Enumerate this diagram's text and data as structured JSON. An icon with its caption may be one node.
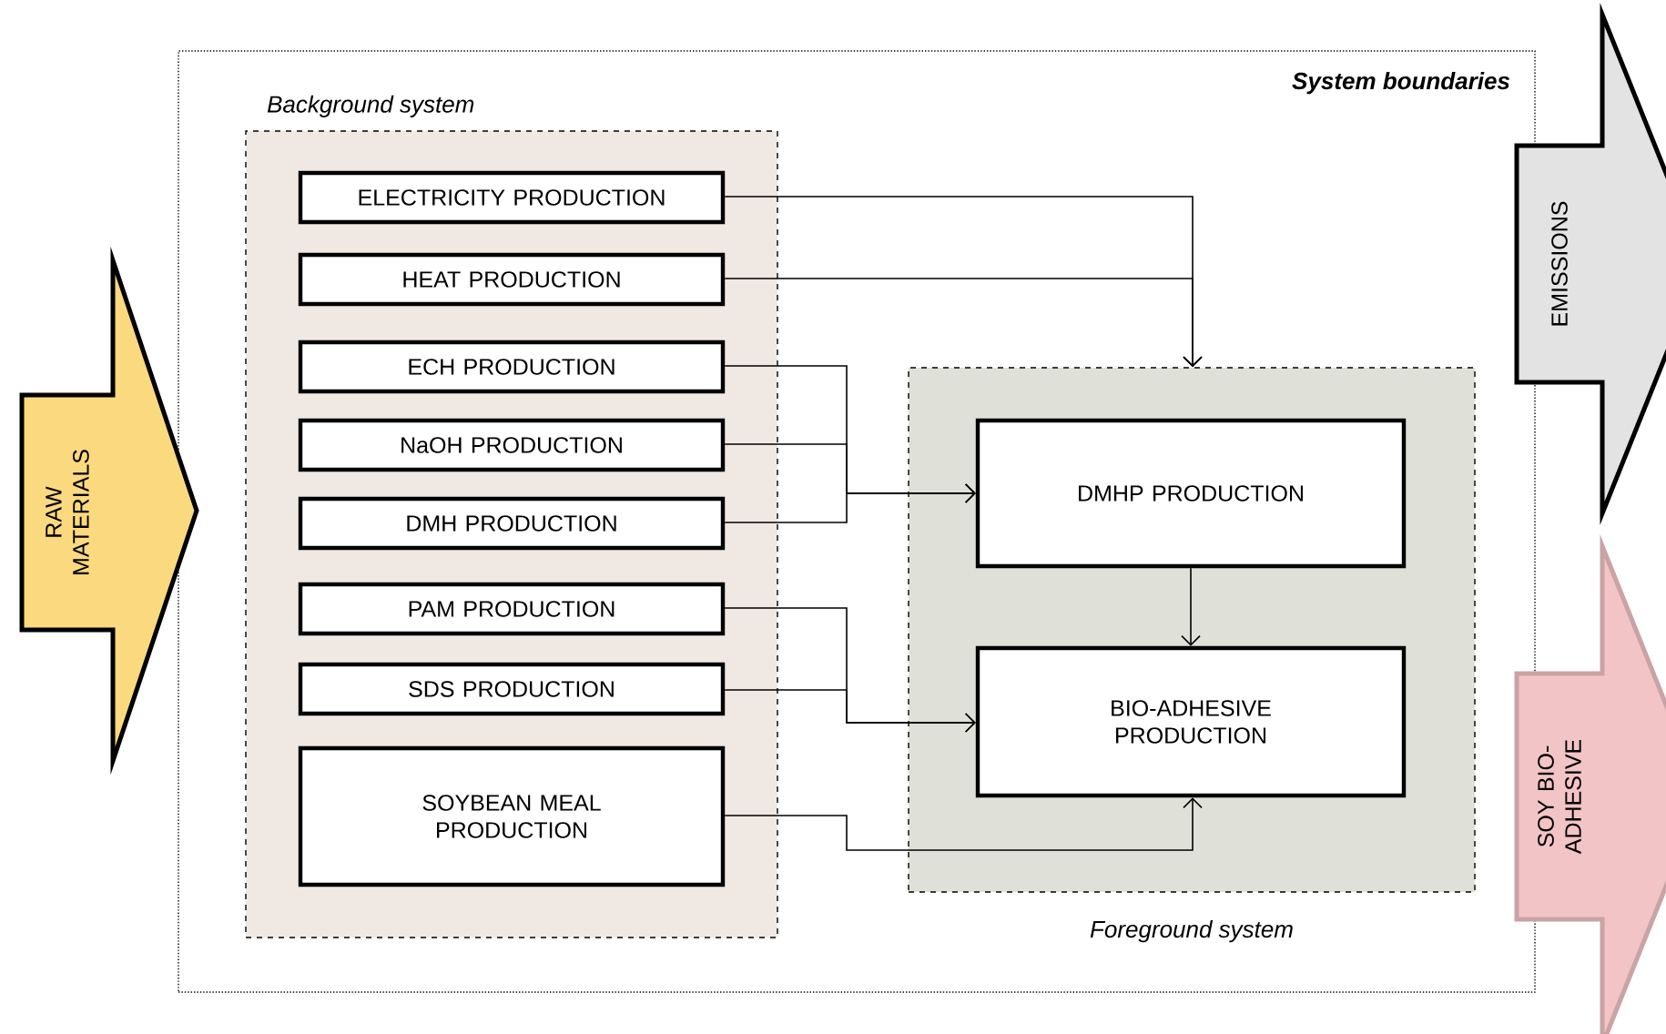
{
  "diagram": {
    "nodes": [
      {
        "text": [
          "System boundaries"
        ]
      },
      {
        "text": [
          "Background system"
        ],
        "in": 0
      },
      {
        "text": [
          "ELECTRICITY PRODUCTION"
        ],
        "in": 1
      },
      {
        "text": [
          "HEAT PRODUCTION"
        ],
        "in": 1
      },
      {
        "text": [
          "ECH PRODUCTION"
        ],
        "in": 1
      },
      {
        "text": [
          "NaOH PRODUCTION"
        ],
        "in": 1
      },
      {
        "text": [
          "DMH PRODUCTION"
        ],
        "in": 1
      },
      {
        "text": [
          "PAM PRODUCTION"
        ],
        "in": 1
      },
      {
        "text": [
          "SDS PRODUCTION"
        ],
        "in": 1
      },
      {
        "text": [
          "SOYBEAN MEAL PRODUCTION"
        ],
        "in": 1
      },
      {
        "text": [
          "Foreground system"
        ],
        "in": 0
      },
      {
        "text": [
          "DMHP PRODUCTION"
        ],
        "in": 10
      },
      {
        "text": [
          "BIO-ADHESIVE PRODUCTION"
        ],
        "in": 10
      },
      {
        "text": [
          "RAW MATERIALS"
        ]
      },
      {
        "text": [
          "EMISSIONS"
        ]
      },
      {
        "text": [
          "SOY BIO-ADHESIVE"
        ]
      }
    ],
    "edges": [
      {
        "from": 2,
        "to": 10,
        "arrow": "to"
      },
      {
        "from": 3,
        "to": 10,
        "arrow": "to"
      },
      {
        "from": 4,
        "to": 11,
        "arrow": "to"
      },
      {
        "from": 5,
        "to": 11,
        "arrow": "to"
      },
      {
        "from": 6,
        "to": 11,
        "arrow": "to"
      },
      {
        "from": 7,
        "to": 12,
        "arrow": "to"
      },
      {
        "from": 8,
        "to": 12,
        "arrow": "to"
      },
      {
        "from": 9,
        "to": 12,
        "arrow": "to"
      },
      {
        "from": 11,
        "to": 12,
        "arrow": "to"
      }
    ]
  }
}
